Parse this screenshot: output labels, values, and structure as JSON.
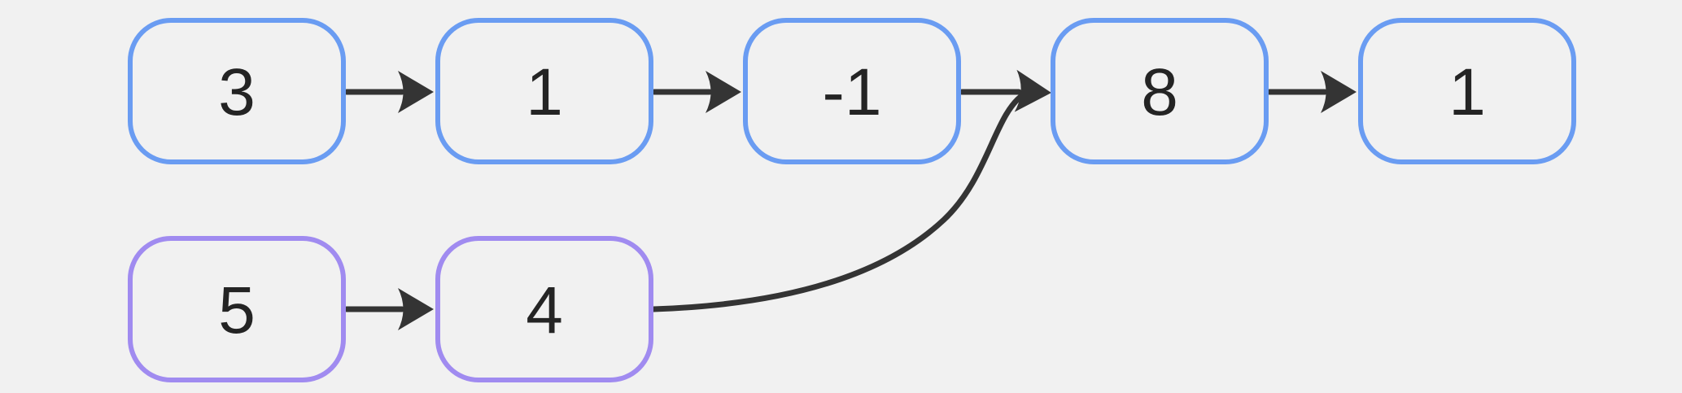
{
  "diagram": {
    "kind": "linked-lists-merge-diagram",
    "background_color": "#f1f1f1",
    "arrow_color": "#343434",
    "text_color": "#242424",
    "lists": [
      {
        "name": "list-a",
        "color": "#6a9cf2",
        "nodes": [
          "3",
          "1",
          "-1",
          "8",
          "1"
        ]
      },
      {
        "name": "list-b",
        "color": "#a08bf0",
        "nodes": [
          "5",
          "4"
        ]
      }
    ],
    "edges": [
      {
        "from": "3",
        "to": "1",
        "style": "straight"
      },
      {
        "from": "1",
        "to": "-1",
        "style": "straight"
      },
      {
        "from": "-1",
        "to": "8",
        "style": "straight"
      },
      {
        "from": "8",
        "to": "1",
        "style": "straight"
      },
      {
        "from": "5",
        "to": "4",
        "style": "straight"
      },
      {
        "from": "4",
        "to": "8",
        "style": "curved-merge"
      }
    ]
  }
}
